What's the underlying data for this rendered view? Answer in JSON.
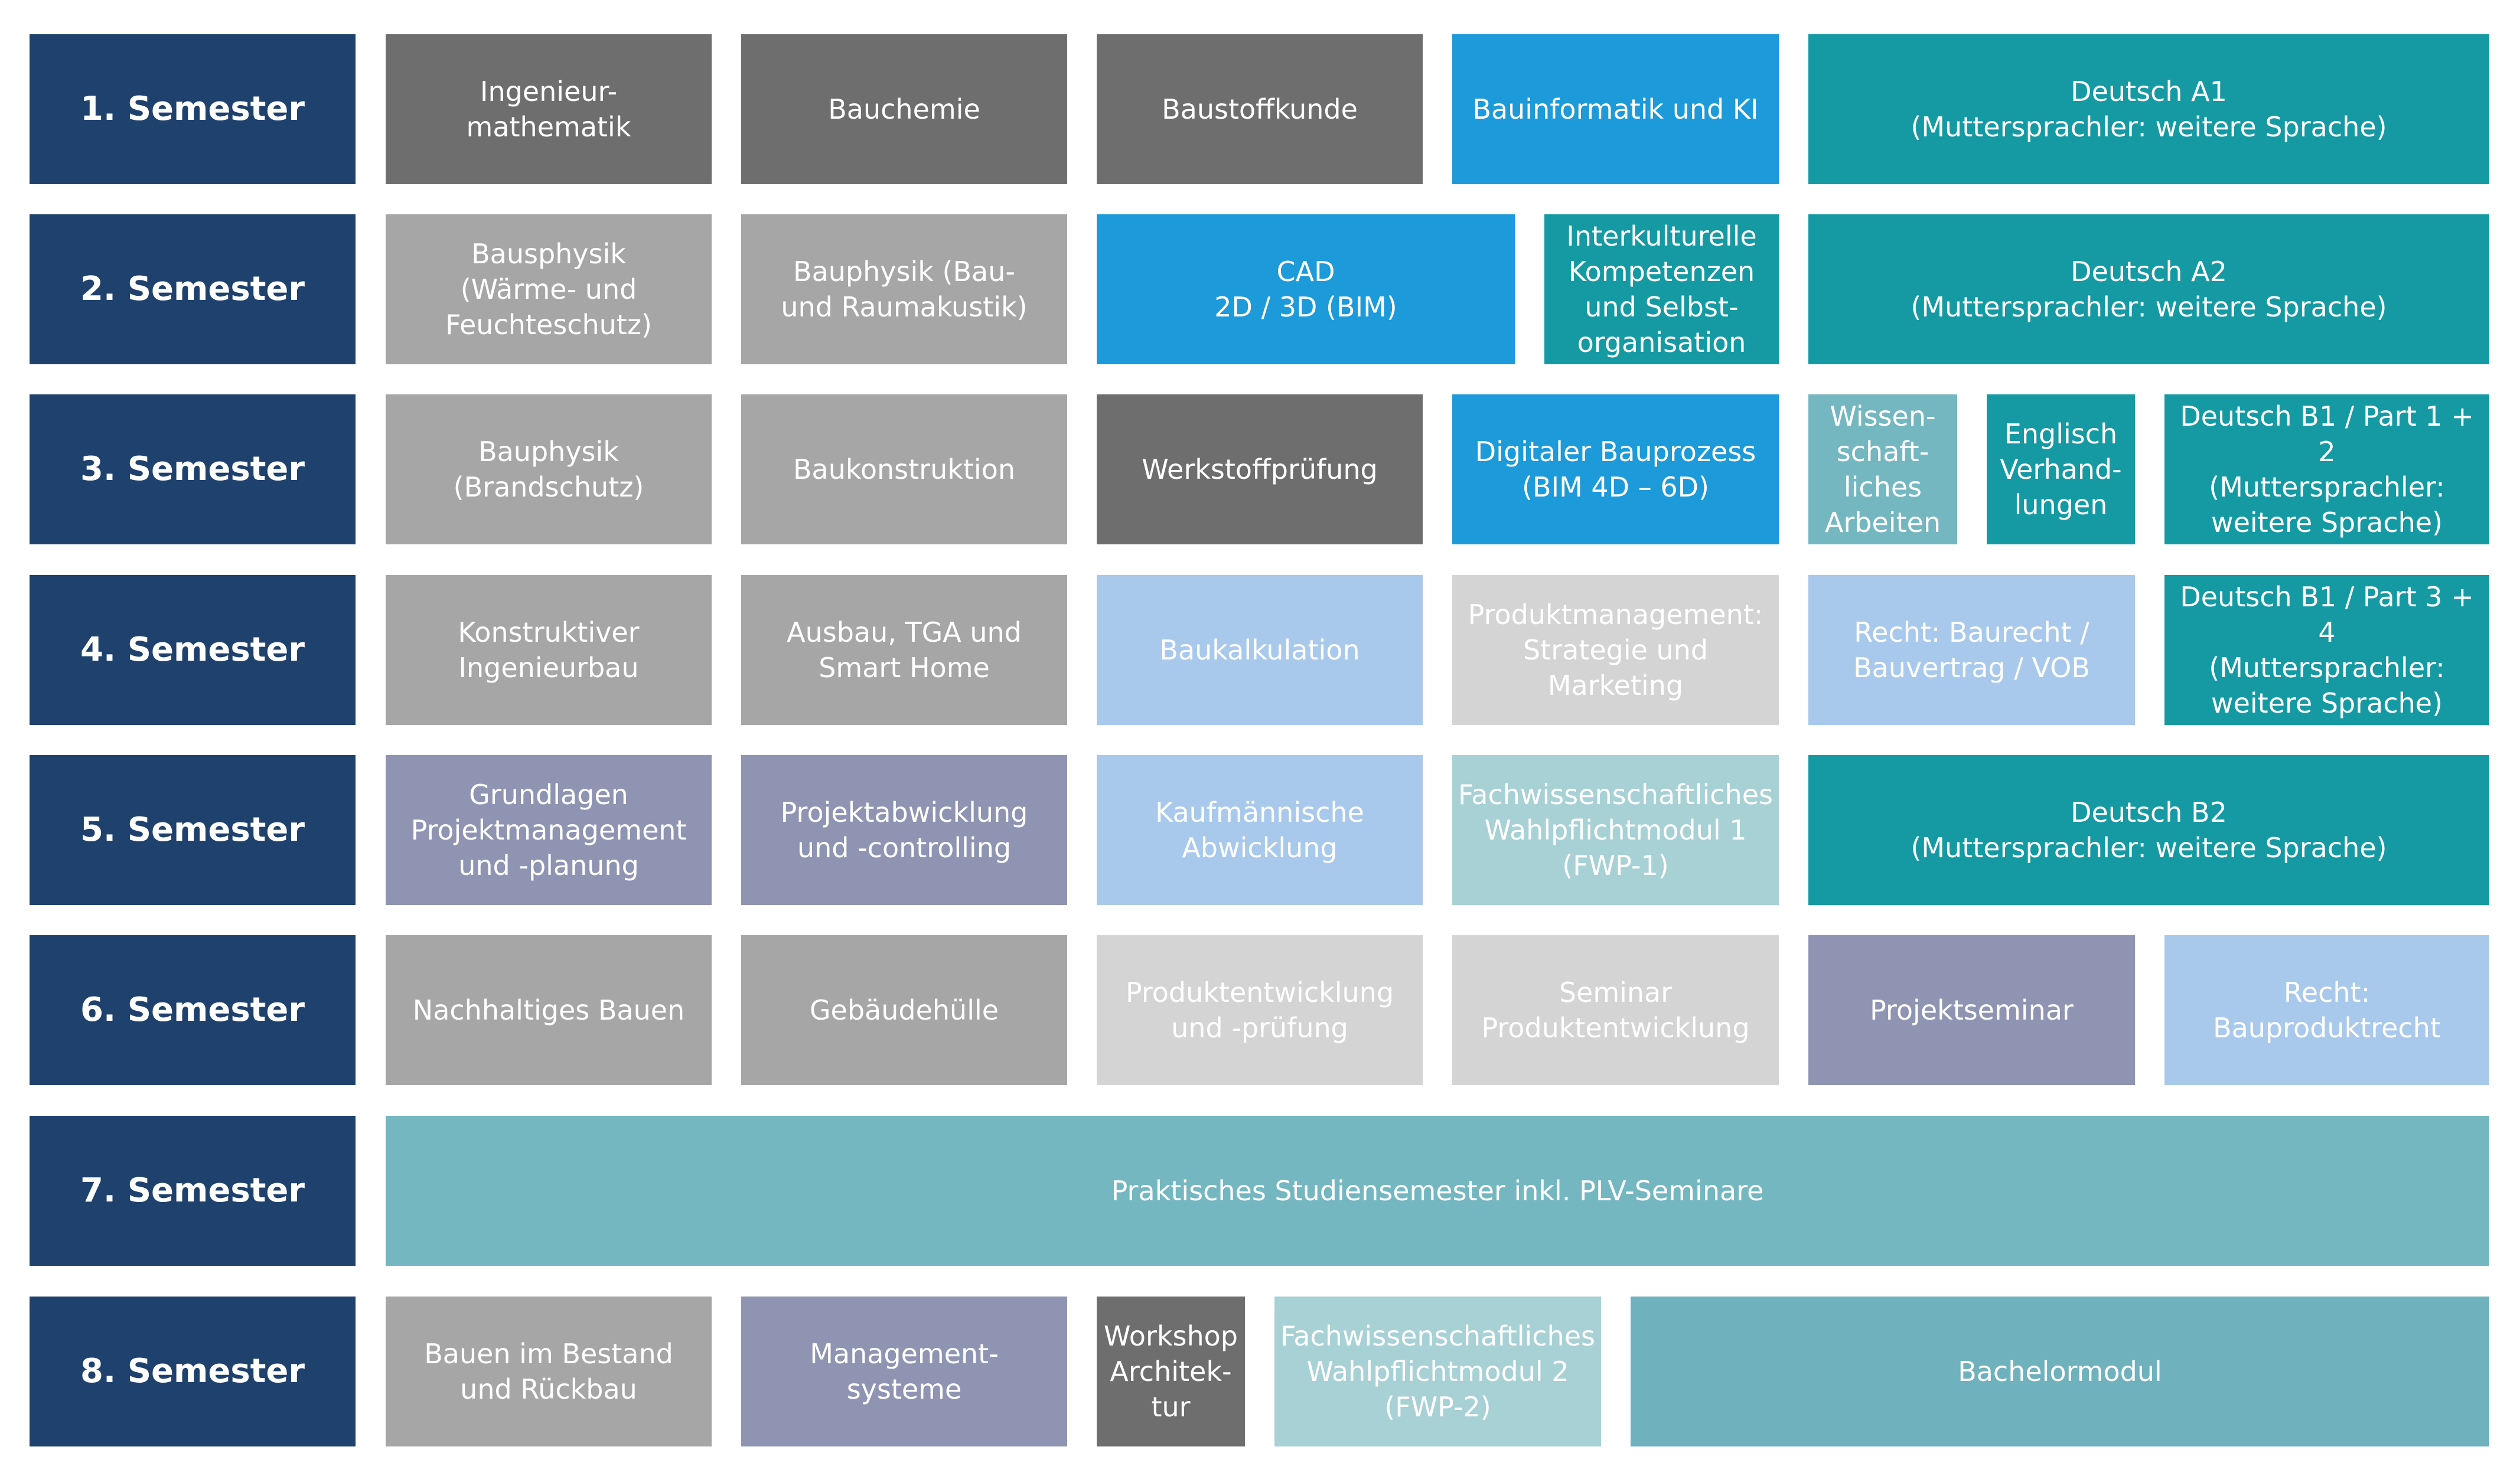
{
  "colors": {
    "semester": "#1f416e",
    "dark_gray": "#6e6e6e",
    "mid_gray": "#a6a6a6",
    "light_gray": "#d4d4d4",
    "blue": "#1c9ad9",
    "teal": "#159aa4",
    "light_blue": "#a9c9ec",
    "purple": "#8f94b3",
    "pale_teal": "#a8d1d6",
    "cyan_gray": "#74b7c1",
    "slate_teal": "#6fb1bd"
  },
  "rows": [
    {
      "semester": "1. Semester",
      "modules": [
        {
          "label": "Ingenieur-\nmathematik",
          "color": "dark_gray"
        },
        {
          "label": "Bauchemie",
          "color": "dark_gray"
        },
        {
          "label": "Baustoffkunde",
          "color": "dark_gray"
        },
        {
          "label": "Bauinformatik und KI",
          "color": "blue"
        },
        {
          "label": "Deutsch A1\n(Muttersprachler: weitere Sprache)",
          "color": "teal"
        }
      ]
    },
    {
      "semester": "2. Semester",
      "modules": [
        {
          "label": "Bausphysik\n(Wärme- und\nFeuchteschutz)",
          "color": "mid_gray"
        },
        {
          "label": "Bauphysik (Bau-\nund Raumakustik)",
          "color": "mid_gray"
        },
        {
          "label": "CAD\n2D / 3D (BIM)",
          "color": "blue"
        },
        {
          "label": "Interkulturelle\nKompetenzen\nund Selbst-\norganisation",
          "color": "teal"
        },
        {
          "label": "Deutsch A2\n(Muttersprachler: weitere Sprache)",
          "color": "teal"
        }
      ]
    },
    {
      "semester": "3. Semester",
      "modules": [
        {
          "label": "Bauphysik\n(Brandschutz)",
          "color": "mid_gray"
        },
        {
          "label": "Baukonstruktion",
          "color": "mid_gray"
        },
        {
          "label": "Werkstoffprüfung",
          "color": "dark_gray"
        },
        {
          "label": "Digitaler Bauprozess\n(BIM 4D – 6D)",
          "color": "blue"
        },
        {
          "label": "Wissen-\nschaft-\nliches\nArbeiten",
          "color": "cyan_gray"
        },
        {
          "label": "Englisch\nVerhand-\nlungen",
          "color": "teal"
        },
        {
          "label": "Deutsch B1 / Part 1 + 2\n(Muttersprachler:\nweitere Sprache)",
          "color": "teal"
        }
      ]
    },
    {
      "semester": "4. Semester",
      "modules": [
        {
          "label": "Konstruktiver\nIngenieurbau",
          "color": "mid_gray"
        },
        {
          "label": "Ausbau, TGA und\nSmart Home",
          "color": "mid_gray"
        },
        {
          "label": "Baukalkulation",
          "color": "light_blue"
        },
        {
          "label": "Produktmanagement:\nStrategie und\nMarketing",
          "color": "light_gray"
        },
        {
          "label": "Recht: Baurecht /\nBauvertrag / VOB",
          "color": "light_blue"
        },
        {
          "label": "Deutsch B1 / Part 3 + 4\n(Muttersprachler:\nweitere Sprache)",
          "color": "teal"
        }
      ]
    },
    {
      "semester": "5. Semester",
      "modules": [
        {
          "label": "Grundlagen\nProjektmanagement\nund -planung",
          "color": "purple"
        },
        {
          "label": "Projektabwicklung\nund -controlling",
          "color": "purple"
        },
        {
          "label": "Kaufmännische\nAbwicklung",
          "color": "light_blue"
        },
        {
          "label": "Fachwissenschaftliches\nWahlpflichtmodul 1\n(FWP-1)",
          "color": "pale_teal"
        },
        {
          "label": "Deutsch B2\n(Muttersprachler: weitere Sprache)",
          "color": "teal"
        }
      ]
    },
    {
      "semester": "6. Semester",
      "modules": [
        {
          "label": "Nachhaltiges Bauen",
          "color": "mid_gray"
        },
        {
          "label": "Gebäudehülle",
          "color": "mid_gray"
        },
        {
          "label": "Produktentwicklung\nund -prüfung",
          "color": "light_gray"
        },
        {
          "label": "Seminar\nProduktentwicklung",
          "color": "light_gray"
        },
        {
          "label": "Projektseminar",
          "color": "purple"
        },
        {
          "label": "Recht:\nBauproduktrecht",
          "color": "light_blue"
        }
      ]
    },
    {
      "semester": "7. Semester",
      "modules": [
        {
          "label": "Praktisches Studiensemester inkl. PLV-Seminare",
          "color": "cyan_gray"
        }
      ]
    },
    {
      "semester": "8. Semester",
      "modules": [
        {
          "label": "Bauen im Bestand\nund Rückbau",
          "color": "mid_gray"
        },
        {
          "label": "Management-\nsysteme",
          "color": "purple"
        },
        {
          "label": "Workshop\nArchitek-\ntur",
          "color": "dark_gray"
        },
        {
          "label": "Fachwissenschaftliches\nWahlpflichtmodul 2\n(FWP-2)",
          "color": "pale_teal"
        },
        {
          "label": "Bachelormodul",
          "color": "slate_teal"
        }
      ]
    }
  ]
}
